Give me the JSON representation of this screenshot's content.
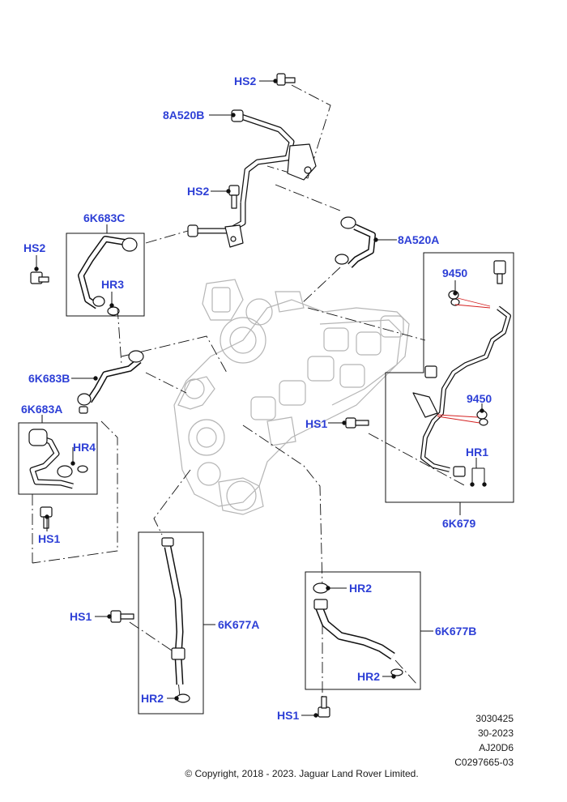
{
  "colors": {
    "callout_text": "#2d3fd6",
    "line": "#111111",
    "engine_gray": "#b5b5b5",
    "highlight_line": "#d42020"
  },
  "callouts": {
    "hs2_top": "HS2",
    "8a520b": "8A520B",
    "hs2_mid": "HS2",
    "6k683c": "6K683C",
    "hs2_left": "HS2",
    "hr3": "HR3",
    "8a520a": "8A520A",
    "9450_top": "9450",
    "6k683b": "6K683B",
    "6k683a": "6K683A",
    "hr4": "HR4",
    "hs1_left_box": "HS1",
    "9450_bottom": "9450",
    "hs1_center": "HS1",
    "hr1": "HR1",
    "6k679": "6K679",
    "hr2_right_top": "HR2",
    "6k677a": "6K677A",
    "hs1_lower_left": "HS1",
    "6k677b": "6K677B",
    "hr2_right_bottom": "HR2",
    "hr2_left": "HR2",
    "hs1_bottom": "HS1"
  },
  "reference": {
    "line1": "3030425",
    "line2": "30-2023",
    "line3": "AJ20D6",
    "line4": "C0297665-03"
  },
  "copyright": "© Copyright, 2018 - 2023. Jaguar Land Rover Limited."
}
